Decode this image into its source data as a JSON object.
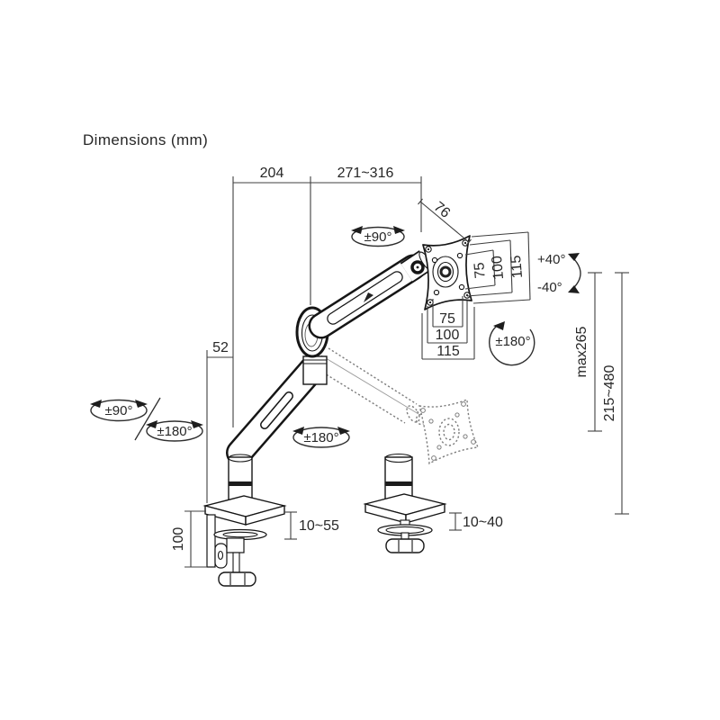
{
  "title": "Dimensions (mm)",
  "dimensions": {
    "arm_rear": "204",
    "arm_front": "271~316",
    "head_depth": "76",
    "elbow_offset": "52",
    "height_adjust_max": "max265",
    "height_range": "215~480",
    "clamp_plate_height": "100",
    "desk_clamp_thickness": "10~55",
    "grommet_thickness": "10~40"
  },
  "vesa": {
    "vertical": [
      "75",
      "100",
      "115"
    ],
    "horizontal": [
      "75",
      "100",
      "115"
    ]
  },
  "angles": {
    "head_swivel": "±90°",
    "vesa_rotate": "±180°",
    "tilt_up": "+40°",
    "tilt_down": "-40°",
    "arm_swivel": "±180°",
    "base_swivel": "±90°",
    "base_rotate": "±180°"
  },
  "colors": {
    "line": "#3f3f3f",
    "outline": "#161616",
    "ghost": "#7d7d7d",
    "text": "#272727",
    "background": "#ffffff"
  }
}
